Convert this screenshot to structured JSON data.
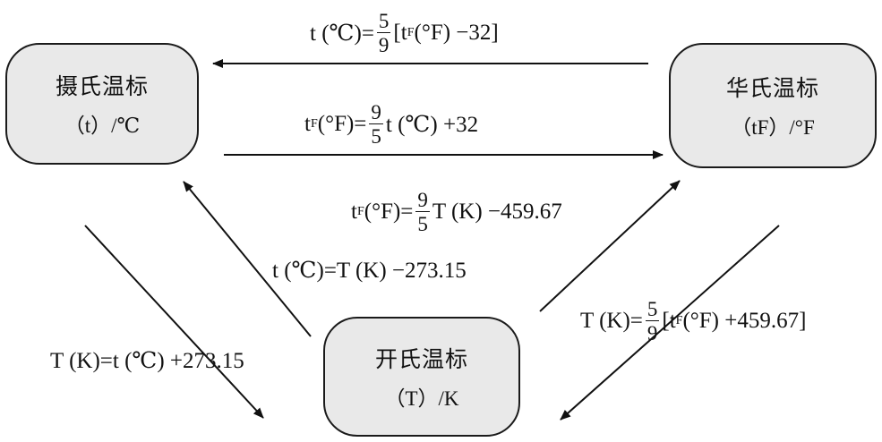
{
  "boxes": {
    "celsius": {
      "name": "摄氏温标",
      "unit": "（t）/℃"
    },
    "fahrenheit": {
      "name": "华氏温标",
      "unit": "（tF）/°F"
    },
    "kelvin": {
      "name": "开氏温标",
      "unit": "（T）/K"
    }
  },
  "formulas": {
    "f_to_c": {
      "lhs": "t (℃)=",
      "num": "5",
      "den": "9",
      "rhs_a": "[t",
      "sub": "F",
      "rhs_b": " (°F) −32]"
    },
    "c_to_f": {
      "lhs_a": "t",
      "sub": "F",
      "lhs_b": " (°F)=",
      "num": "9",
      "den": "5",
      "rhs": "t (℃) +32"
    },
    "k_to_f": {
      "lhs_a": "t",
      "sub": "F",
      "lhs_b": " (°F)=",
      "num": "9",
      "den": "5",
      "rhs": "T (K) −459.67"
    },
    "k_to_c": {
      "text": "t (℃)=T (K) −273.15"
    },
    "c_to_k": {
      "text": "T (K)=t (℃) +273.15"
    },
    "f_to_k": {
      "lhs": "T (K)=",
      "num": "5",
      "den": "9",
      "rhs_a": "[t",
      "sub": "F",
      "rhs_b": " (°F) +459.67]"
    }
  }
}
